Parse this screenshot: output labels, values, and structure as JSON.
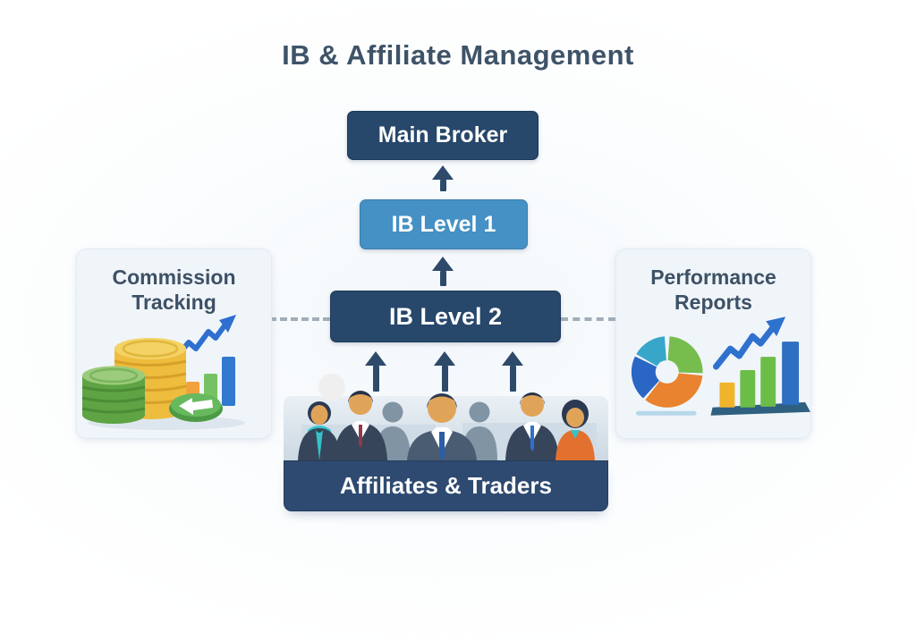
{
  "title": "IB & Affiliate Management",
  "flow": {
    "nodes": [
      {
        "id": "main-broker",
        "label": "Main Broker",
        "style": "dark"
      },
      {
        "id": "ib-level-1",
        "label": "IB Level 1",
        "style": "light-blue"
      },
      {
        "id": "ib-level-2",
        "label": "IB Level 2",
        "style": "dark"
      },
      {
        "id": "affiliates-traders",
        "label": "Affiliates & Traders",
        "style": "dark-banner"
      }
    ],
    "edges": [
      {
        "from": "ib-level-1",
        "to": "main-broker",
        "type": "solid-arrow-up"
      },
      {
        "from": "ib-level-2",
        "to": "ib-level-1",
        "type": "solid-arrow-up"
      },
      {
        "from": "affiliates-traders",
        "to": "ib-level-2",
        "type": "three-solid-arrows-up"
      },
      {
        "from": "commission-tracking-card",
        "to": "ib-level-2",
        "type": "dashed-line"
      },
      {
        "from": "performance-reports-card",
        "to": "ib-level-2",
        "type": "dashed-line"
      }
    ]
  },
  "cards": {
    "commission": {
      "title": "Commission Tracking",
      "icon": "coins-growth-chart-icon"
    },
    "performance": {
      "title": "Performance Reports",
      "icon": "pie-bar-chart-icon"
    }
  },
  "colors": {
    "title_text": "#3e5368",
    "node_dark_navy": "#27476b",
    "node_light_blue": "#4590c4",
    "node_text": "#ffffff",
    "banner_navy": "#2e4a70",
    "arrow_navy": "#2e4a6b",
    "dashed_connector_gray": "#93a1ae",
    "card_background": "#f0f5fa",
    "gold_coin": "#eebd3e",
    "green_coin": "#5ea344",
    "trend_arrow_blue": "#2e6fd0",
    "bar_orange": "#f2a23d",
    "bar_green": "#76c161",
    "bar_blue": "#3279cf",
    "donut_teal": "#38a6c9",
    "donut_green": "#76bd4d",
    "donut_orange": "#e9832f",
    "donut_blue": "#2a66c4"
  }
}
